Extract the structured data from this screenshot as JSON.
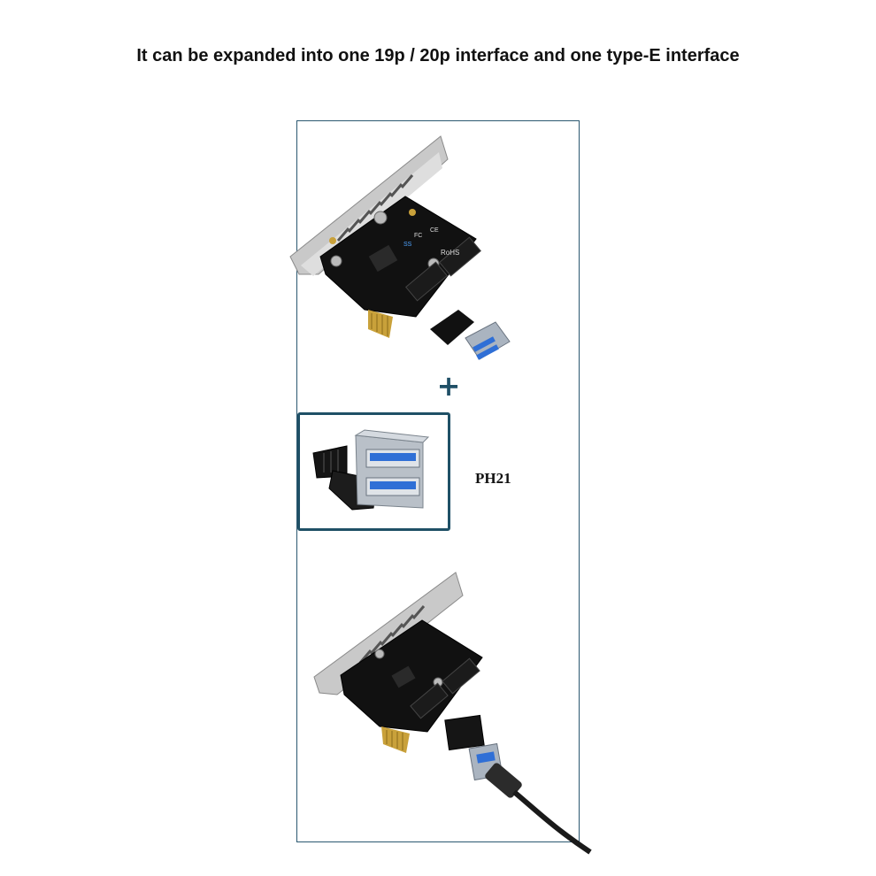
{
  "headline": "It can be expanded into one 19p / 20p interface and one type-E interface",
  "plus_sign": "+",
  "adapter_label": "PH21",
  "board_markings": {
    "rohs": "RoHS",
    "ce": "CE",
    "fc": "FC",
    "ss": "SS"
  },
  "colors": {
    "frame": "#2b5870",
    "accent": "#1f4f66",
    "pcb": "#111111",
    "usb_blue": "#2f6fd6"
  }
}
